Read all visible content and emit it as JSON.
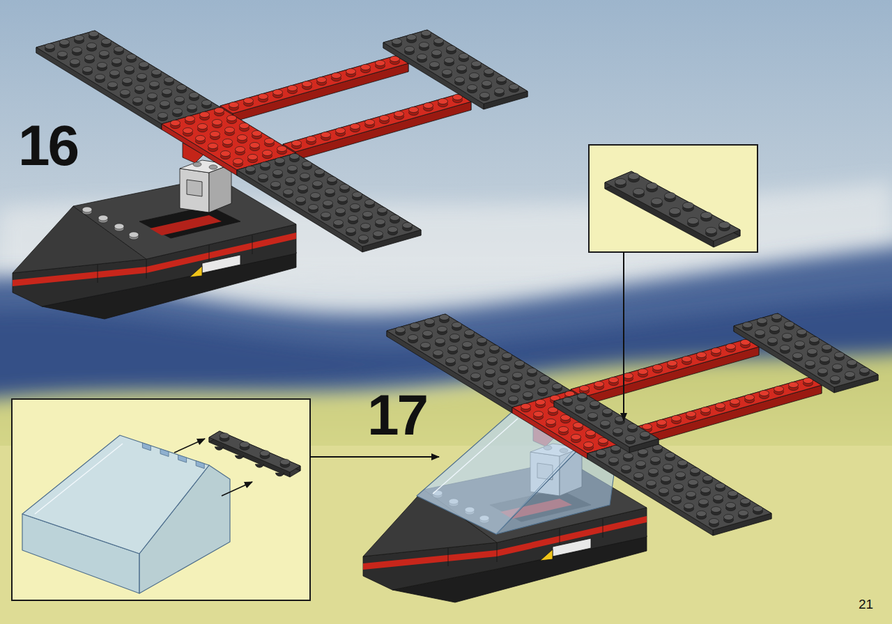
{
  "diagram": {
    "labels": [
      "16",
      "17",
      "21"
    ]
  }
}
